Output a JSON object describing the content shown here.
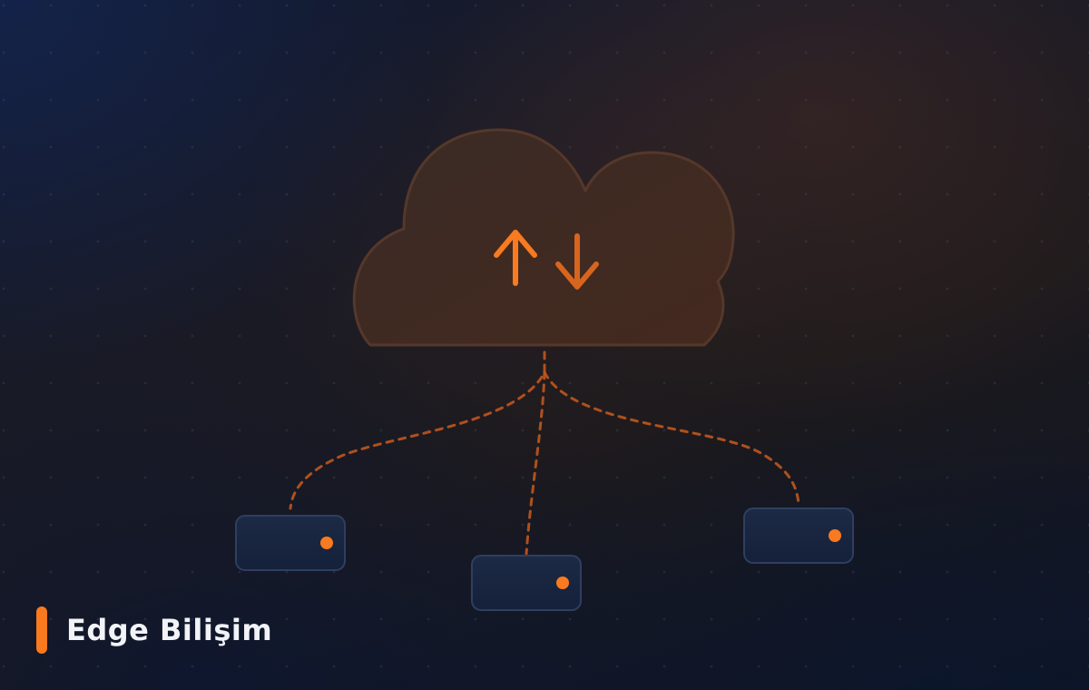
{
  "brand": {
    "label": "Edge Bilişim"
  },
  "icons": {
    "cloud": "cloud-icon",
    "upload": "arrow-up-icon",
    "download": "arrow-down-icon",
    "device": "edge-device-icon",
    "status": "status-dot-icon"
  },
  "colors": {
    "accent": "#f97a1f",
    "accent_dim": "#d8651e",
    "cloud_fill": "#3a2a24",
    "cloud_stroke": "#55382a",
    "link": "#c0561d",
    "device_fill": "#1a2640",
    "device_stroke": "#2e3f60",
    "title": "#f2f3f7"
  },
  "devices": [
    {
      "id": "device-left",
      "status": "active"
    },
    {
      "id": "device-center",
      "status": "active"
    },
    {
      "id": "device-right",
      "status": "active"
    }
  ]
}
